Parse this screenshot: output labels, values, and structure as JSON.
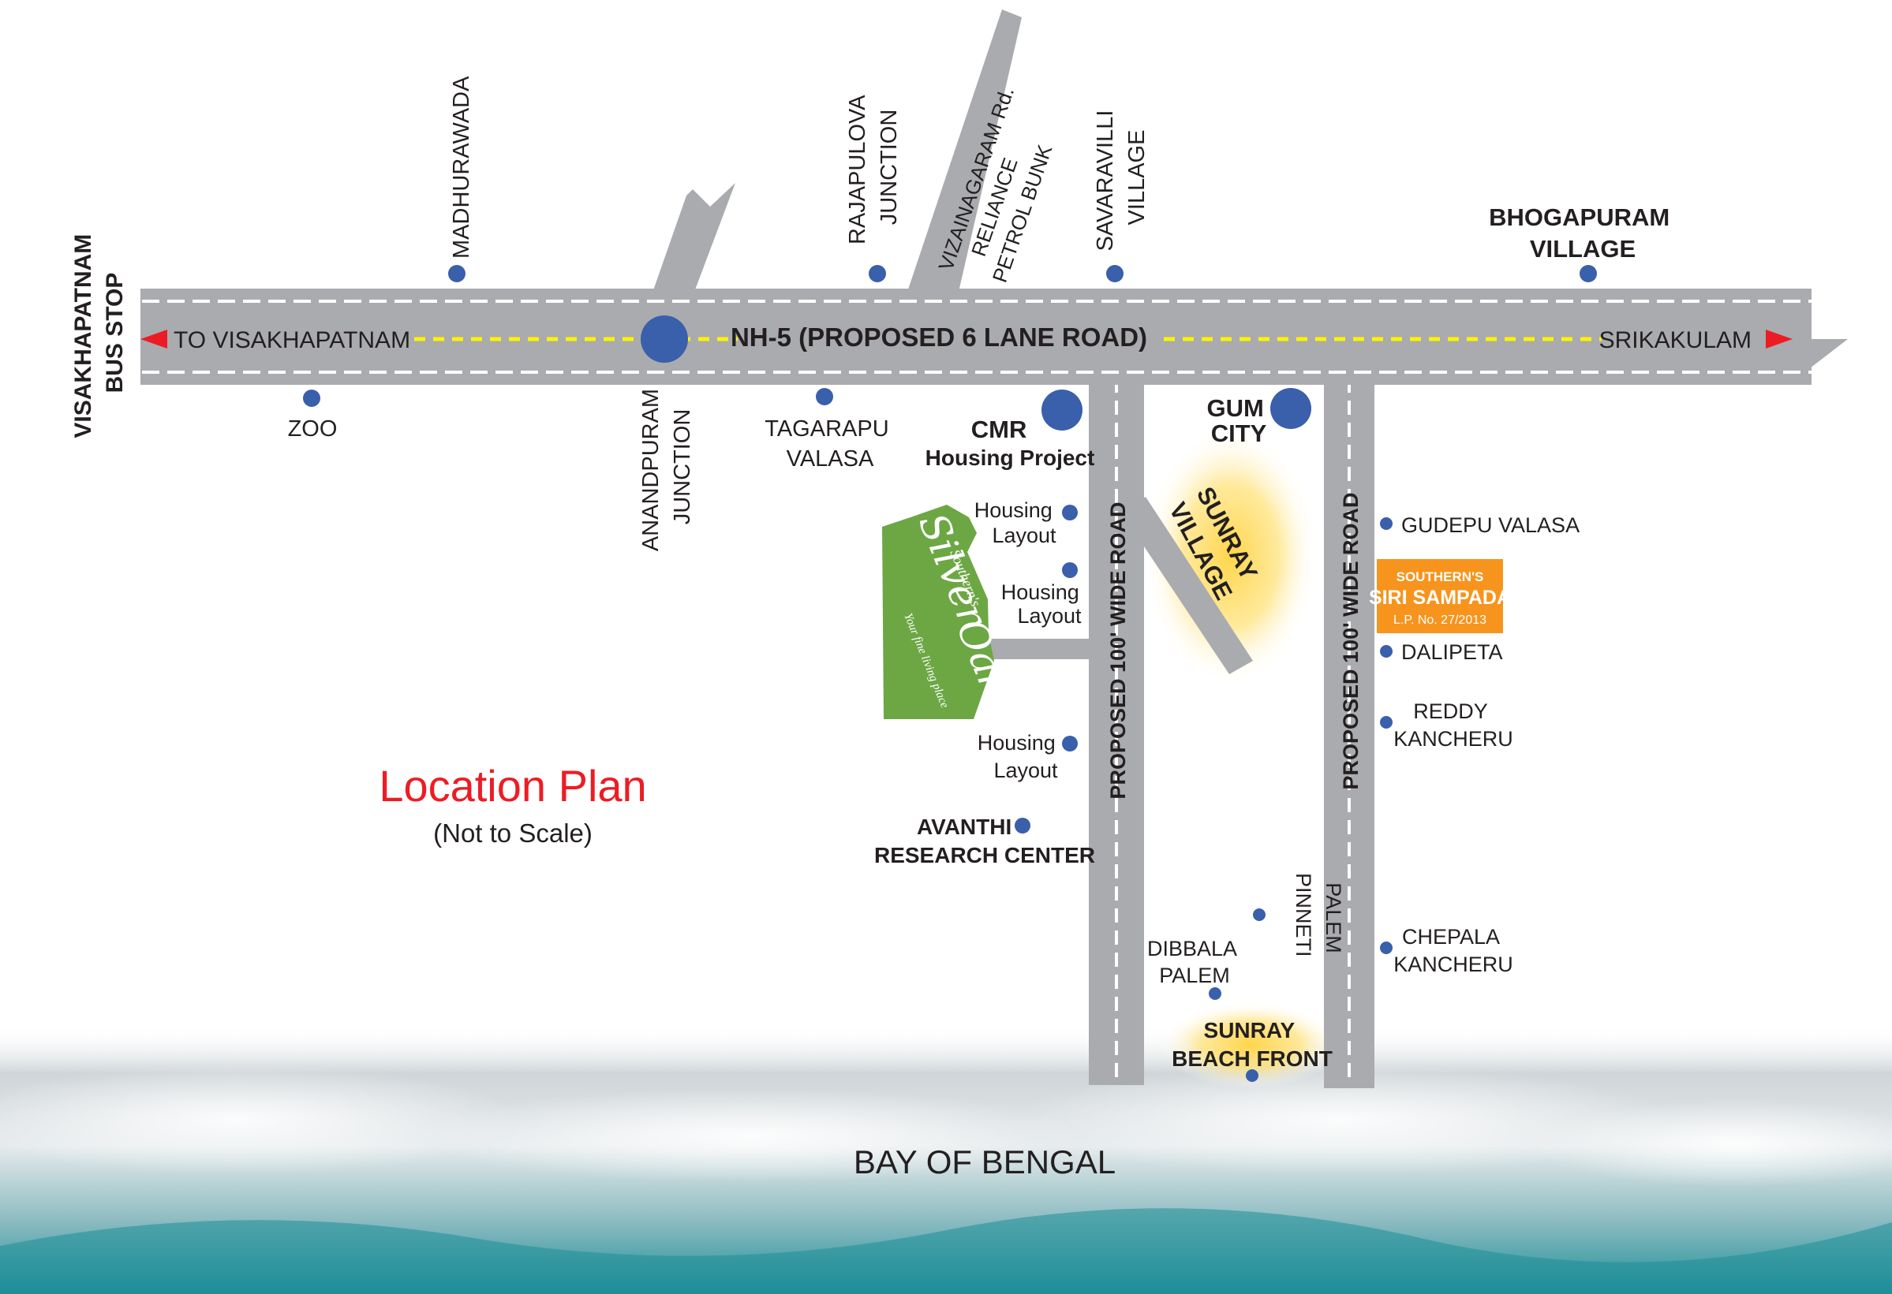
{
  "colors": {
    "road": "#a9abae",
    "road_line": "#ffffff",
    "center_line": "#fff200",
    "dot": "#3a5fab",
    "arrow": "#ed1c24",
    "title": "#ed1c24",
    "park": "#6ca744",
    "badge": "#f7941d",
    "glow": "#ffd54a",
    "sea": "#2b9aa0"
  },
  "icons": {
    "location": "blue-dot",
    "direction": "red-arrow",
    "project": "green-brochure"
  },
  "title": {
    "main": "Location Plan",
    "sub": "(Not to Scale)"
  },
  "highway": {
    "name": "NH-5 (PROPOSED 6 LANE ROAD)",
    "left_direction": "TO VISAKHAPATNAM",
    "right_direction": "SRIKAKULAM"
  },
  "roads": {
    "vizianagaram": "VIZAINAGARAM Rd.",
    "wide_road_1": "PROPOSED 100' WIDE ROAD",
    "wide_road_2": "PROPOSED 100' WIDE ROAD"
  },
  "places": {
    "visakhapatnam_bus_stop": [
      "VISAKHAPATNAM",
      "BUS STOP"
    ],
    "madhurawada": "MADHURAWADA",
    "zoo": "ZOO",
    "anandpuram": [
      "ANANDPURAM",
      "JUNCTION"
    ],
    "rajapulova": [
      "RAJAPULOVA",
      "JUNCTION"
    ],
    "reliance": [
      "RELIANCE",
      "PETROL BUNK"
    ],
    "savaravilli": [
      "SAVARAVILLI",
      "VILLAGE"
    ],
    "bhogapuram": [
      "BHOGAPURAM",
      "VILLAGE"
    ],
    "tagarapu": [
      "TAGARAPU",
      "VALASA"
    ],
    "cmr": [
      "CMR",
      "Housing Project"
    ],
    "gum_city": [
      "GUM",
      "CITY"
    ],
    "housing_1": [
      "Housing",
      "Layout"
    ],
    "housing_2": [
      "Housing",
      "Layout"
    ],
    "housing_3": [
      "Housing",
      "Layout"
    ],
    "avanthi": [
      "AVANTHI",
      "RESEARCH CENTER"
    ],
    "sunray_village": [
      "SUNRAY",
      "VILLAGE"
    ],
    "gudepu": "GUDEPU VALASA",
    "dalipeta": "DALIPETA",
    "reddy": [
      "REDDY",
      "KANCHERU"
    ],
    "chepala": [
      "CHEPALA",
      "KANCHERU"
    ],
    "pinneti": [
      "PINNETI",
      "PALEM"
    ],
    "dibbala": [
      "DIBBALA",
      "PALEM"
    ],
    "sunray_beach": [
      "SUNRAY",
      "BEACH FRONT"
    ],
    "bay": "BAY OF BENGAL"
  },
  "project": {
    "brand": "Southern's",
    "name_1": "Silver",
    "name_2": "Oak",
    "tagline": "Your fine living place"
  },
  "badge": {
    "line1": "SOUTHERN'S",
    "line2": "SIRI SAMPADA",
    "line3": "L.P. No. 27/2013"
  }
}
